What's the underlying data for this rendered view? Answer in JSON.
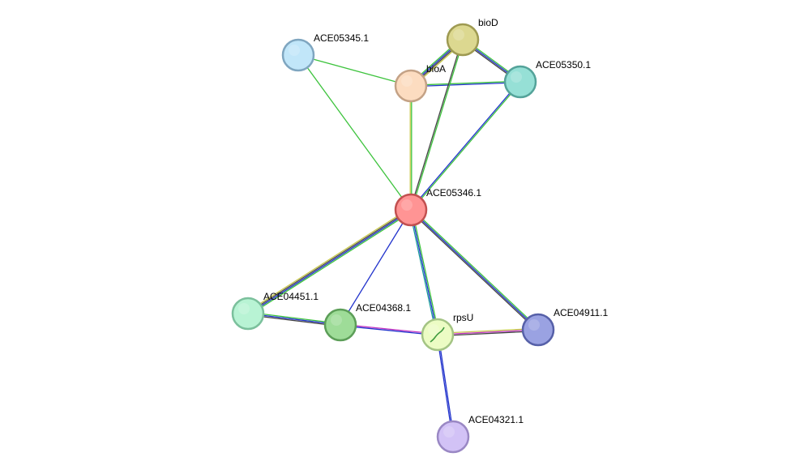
{
  "nodes": [
    {
      "id": "ACE05346.1",
      "label": "ACE05346.1",
      "fill": "#ff9494",
      "stroke": "#c25050"
    },
    {
      "id": "ACE05345.1",
      "label": "ACE05345.1",
      "fill": "#c1e6f9",
      "stroke": "#7fa6c0"
    },
    {
      "id": "bioA",
      "label": "bioA",
      "fill": "#fcdcc0",
      "stroke": "#c4a286"
    },
    {
      "id": "bioD",
      "label": "bioD",
      "fill": "#dcd890",
      "stroke": "#9e9a52"
    },
    {
      "id": "ACE05350.1",
      "label": "ACE05350.1",
      "fill": "#96e0d6",
      "stroke": "#54a39a"
    },
    {
      "id": "ACE04451.1",
      "label": "ACE04451.1",
      "fill": "#b8f3d4",
      "stroke": "#7bc09c"
    },
    {
      "id": "ACE04368.1",
      "label": "ACE04368.1",
      "fill": "#9edc98",
      "stroke": "#5c9e58"
    },
    {
      "id": "rpsU",
      "label": "rpsU",
      "fill": "#ecfcc4",
      "stroke": "#a4c484"
    },
    {
      "id": "ACE04911.1",
      "label": "ACE04911.1",
      "fill": "#9aa2e2",
      "stroke": "#5660a8"
    },
    {
      "id": "ACE04321.1",
      "label": "ACE04321.1",
      "fill": "#d2c2f6",
      "stroke": "#9a88c4"
    }
  ],
  "edges": [
    {
      "source": "ACE05345.1",
      "target": "bioA",
      "colors": [
        "#3dc33d"
      ]
    },
    {
      "source": "ACE05345.1",
      "target": "ACE05346.1",
      "colors": [
        "#3dc33d"
      ]
    },
    {
      "source": "bioA",
      "target": "bioD",
      "colors": [
        "#3dc33d",
        "#2233cc",
        "#444444",
        "#c8c84a"
      ]
    },
    {
      "source": "bioA",
      "target": "ACE05350.1",
      "colors": [
        "#3dc33d",
        "#2233cc"
      ]
    },
    {
      "source": "bioA",
      "target": "ACE05346.1",
      "colors": [
        "#3dc33d",
        "#c8c84a"
      ]
    },
    {
      "source": "bioD",
      "target": "ACE05350.1",
      "colors": [
        "#3dc33d",
        "#2233cc",
        "#444444"
      ]
    },
    {
      "source": "bioD",
      "target": "ACE05346.1",
      "colors": [
        "#3dc33d",
        "#444444"
      ]
    },
    {
      "source": "ACE05350.1",
      "target": "ACE05346.1",
      "colors": [
        "#3dc33d",
        "#2233cc"
      ]
    },
    {
      "source": "ACE05346.1",
      "target": "ACE04451.1",
      "colors": [
        "#3dc33d",
        "#2233cc",
        "#444444",
        "#c8c84a"
      ]
    },
    {
      "source": "ACE05346.1",
      "target": "ACE04368.1",
      "colors": [
        "#2233cc"
      ]
    },
    {
      "source": "ACE05346.1",
      "target": "rpsU",
      "colors": [
        "#3dc33d",
        "#2233cc",
        "#1a9a9a"
      ]
    },
    {
      "source": "ACE05346.1",
      "target": "ACE04911.1",
      "colors": [
        "#3dc33d",
        "#2233cc",
        "#444444"
      ]
    },
    {
      "source": "ACE04451.1",
      "target": "ACE04368.1",
      "colors": [
        "#3dc33d",
        "#2233cc",
        "#444444"
      ]
    },
    {
      "source": "ACE04368.1",
      "target": "rpsU",
      "colors": [
        "#c233c2",
        "#2233cc"
      ]
    },
    {
      "source": "rpsU",
      "target": "ACE04911.1",
      "colors": [
        "#c8c84a",
        "#c233c2",
        "#444444"
      ]
    },
    {
      "source": "rpsU",
      "target": "ACE04321.1",
      "colors": [
        "#2233cc",
        "#2233cc"
      ]
    }
  ]
}
